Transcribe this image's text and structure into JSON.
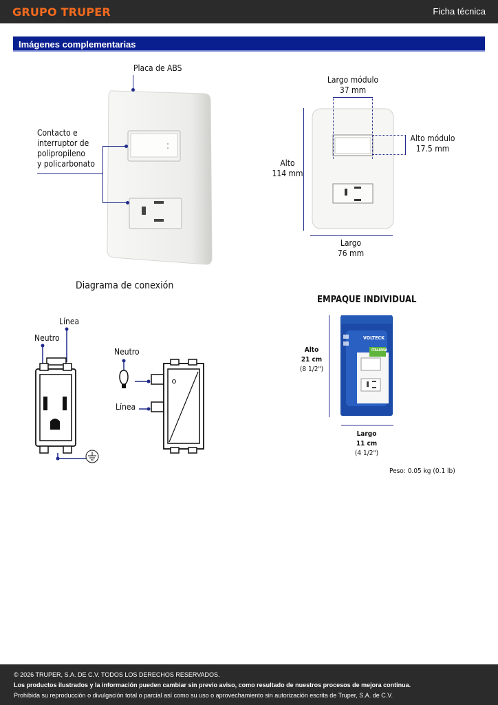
{
  "header": {
    "brand": "GRUPO TRUPER",
    "doc_type": "Ficha técnica"
  },
  "section": {
    "title": "Imágenes complementarias"
  },
  "product_callouts": {
    "plate": "Placa de ABS",
    "material_lines": [
      "Contacto e",
      "interruptor de",
      "polipropileno",
      "y policarbonato"
    ]
  },
  "dimensions": {
    "module_length_label": "Largo módulo",
    "module_length_value": "37 mm",
    "module_height_label": "Alto módulo",
    "module_height_value": "17.5 mm",
    "height_label": "Alto",
    "height_value": "114 mm",
    "length_label": "Largo",
    "length_value": "76 mm"
  },
  "wiring": {
    "title": "Diagrama de conexión",
    "line": "Línea",
    "neutral": "Neutro",
    "switch_neutral": "Neutro",
    "switch_line": "Línea"
  },
  "package": {
    "title": "EMPAQUE INDIVIDUAL",
    "height_label": "Alto",
    "height_value": "21 cm",
    "height_imperial": "(8 1/2\")",
    "length_label": "Largo",
    "length_value": "11 cm",
    "length_imperial": "(4 1/2\")",
    "weight_label": "Peso:",
    "weight_value": "0.05 kg (0.1 lb)",
    "brand_mark": "VOLTECK",
    "tag": "ITALIANA"
  },
  "footer": {
    "copyright": "© 2026 TRUPER, S.A. DE C.V. TODOS LOS DERECHOS RESERVADOS.",
    "notice": "Los productos ilustrados y la información pueden cambiar sin previo aviso, como resultado de nuestros procesos de mejora continua.",
    "legal": "Prohibida su reproducción o divulgación total o parcial así como su uso o aprovechamiento sin autorización escrita de Truper, S.A. de C.V."
  },
  "colors": {
    "brand_orange": "#f36a1e",
    "section_blue": "#0a1f8f",
    "bar_dark": "#2b2b2b"
  }
}
